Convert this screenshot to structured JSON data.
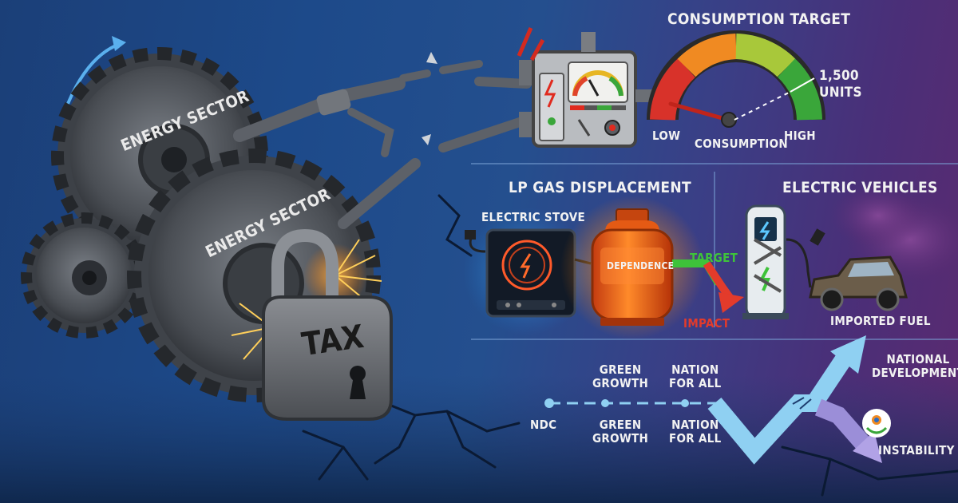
{
  "gears": {
    "top_label": "ENERGY SECTOR",
    "middle_label": "ENERGY SECTOR"
  },
  "padlock": {
    "label": "TAX"
  },
  "consumption": {
    "title": "CONSUMPTION TARGET",
    "low": "LOW",
    "high": "HIGH",
    "axis_label": "CONSUMPTION",
    "target_value": "1,500",
    "target_unit": "UNITS"
  },
  "lp_gas": {
    "title": "LP GAS DISPLACEMENT",
    "stove_label": "ELECTRIC STOVE",
    "cylinder_label": "DEPENDENCE",
    "target_label": "TARGET",
    "impact_label": "IMPACT"
  },
  "ev": {
    "title": "ELECTRIC VEHICLES",
    "fuel_label": "IMPORTED FUEL"
  },
  "timeline": {
    "start": "NDC",
    "top_stage_1": "GREEN\nGROWTH",
    "top_stage_2": "NATION\nFOR ALL",
    "bottom_stage_1": "GREEN\nGROWTH",
    "bottom_stage_2": "NATION\nFOR ALL",
    "goal": "NATIONAL\nDEVELOPMENT",
    "risk": "INSTABILITY"
  },
  "colors": {
    "background_left": "#1b3f78",
    "background_right": "#5b2a70",
    "gauge_red": "#d8322a",
    "gauge_green": "#3aa63a",
    "cylinder_orange": "#f06a1c",
    "arrow_blue": "#8fd0f2"
  }
}
